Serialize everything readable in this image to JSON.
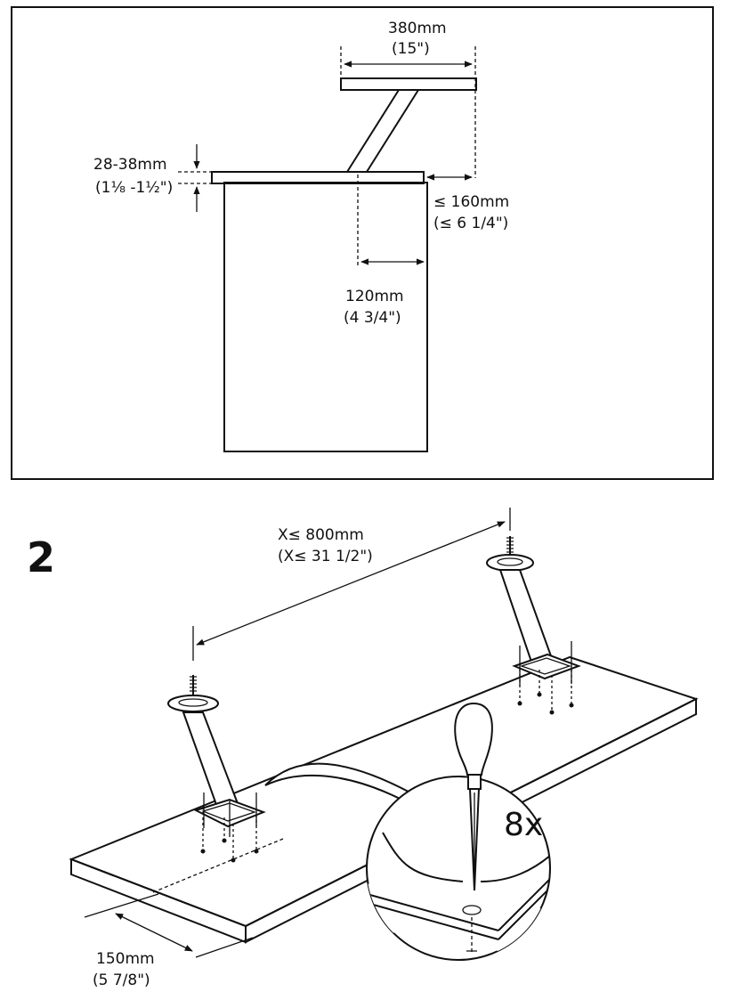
{
  "diagram_top": {
    "labels": {
      "width_mm": "380mm",
      "width_in": "(15\")",
      "thickness_mm": "28-38mm",
      "thickness_in": "(1⅛ -1½\")",
      "overhang_mm": "≤ 160mm",
      "overhang_in": "(≤ 6 1/4\")",
      "offset_mm": "120mm",
      "offset_in": "(4 3/4\")"
    }
  },
  "diagram_step2": {
    "step_number": "2",
    "labels": {
      "distance_mm": "X≤ 800mm",
      "distance_in": "(X≤ 31 1/2\")",
      "edge_mm": "150mm",
      "edge_in": "(5 7/8\")",
      "screw_count": "8x"
    }
  },
  "colors": {
    "ink": "#111111",
    "paper": "#ffffff"
  }
}
